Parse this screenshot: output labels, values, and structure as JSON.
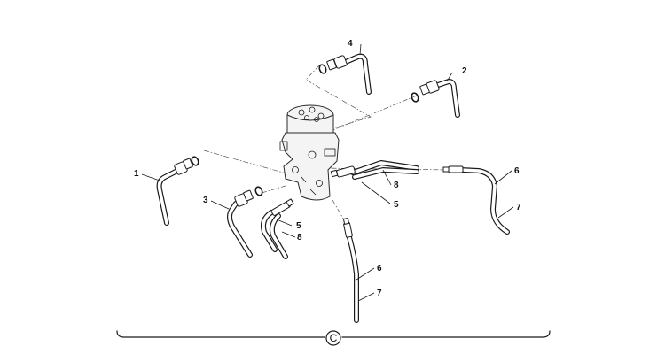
{
  "callouts": {
    "c1": "1",
    "c2": "2",
    "c3": "3",
    "c4": "4",
    "c5a": "5",
    "c5b": "5",
    "c6a": "6",
    "c6b": "6",
    "c7a": "7",
    "c7b": "7",
    "c8a": "8",
    "c8b": "8"
  },
  "section_letter": "C"
}
